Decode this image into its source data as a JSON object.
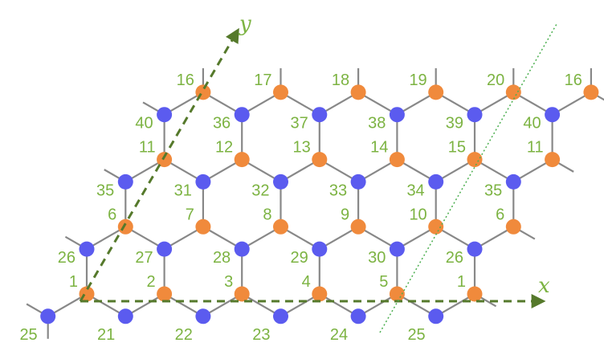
{
  "colors": {
    "orange": "#f08a3c",
    "blue": "#5b5bef",
    "bond": "#888888",
    "label": "#7cb342",
    "axis": "#55792b"
  },
  "axes": {
    "x_label": "x",
    "y_label": "y"
  },
  "orange_labels": [
    "1",
    "2",
    "3",
    "4",
    "5",
    "1",
    "6",
    "7",
    "8",
    "9",
    "10",
    "6",
    "11",
    "12",
    "13",
    "14",
    "15",
    "11",
    "16",
    "17",
    "18",
    "19",
    "20",
    "16"
  ],
  "blue_labels": [
    "25",
    "21",
    "22",
    "23",
    "24",
    "25",
    "26",
    "27",
    "28",
    "29",
    "30",
    "26",
    "35",
    "31",
    "32",
    "33",
    "34",
    "35",
    "40",
    "36",
    "37",
    "38",
    "39",
    "40"
  ]
}
